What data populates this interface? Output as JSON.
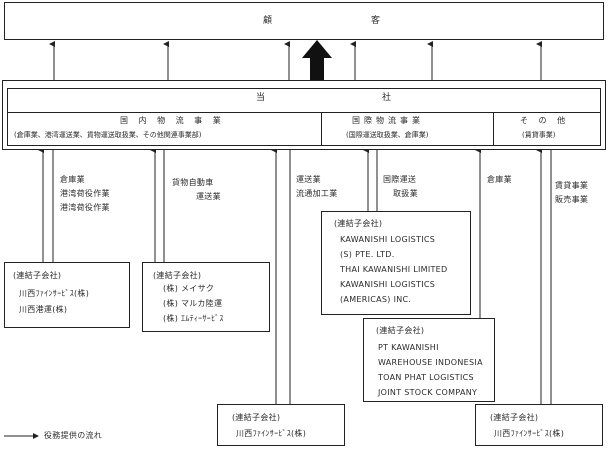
{
  "customer": "顧　　　　　客",
  "company": "当　　　　　　社",
  "domestic_header": "国 内 物 流 事 業",
  "domestic_sub": "(倉庫業、港湾運送業、貨物運送取扱業、その他関連事業部)",
  "intl_header": "国際物流事業",
  "intl_sub": "(国際運送取扱業、倉庫業)",
  "other_header": "そ の 他",
  "other_sub": "(賃貸事業)",
  "labels": {
    "warehouse_group": [
      "倉庫業",
      "港湾荷役作業",
      "港湾荷役作業"
    ],
    "freight_auto": [
      "貨物自動車",
      "運送業"
    ],
    "transport": [
      "運送業",
      "流通加工業"
    ],
    "intl_transport": [
      "国際運送",
      "取扱業"
    ],
    "warehouse": "倉庫業",
    "rental": [
      "賃貸事業",
      "販売事業"
    ]
  },
  "boxes": {
    "sub1": [
      "(連結子会社)",
      "川西ﾌｧｲﾝｻｰﾋﾞｽ(株)",
      "川西港運(株)"
    ],
    "sub2": [
      "(連結子会社)",
      "(株) メイサク",
      "(株) マルカ陸運",
      "(株) ｴﾑﾃｨｰｻｰﾋﾞｽ"
    ],
    "intl1": [
      "(連結子会社)",
      "KAWANISHI LOGISTICS",
      "(S) PTE. LTD.",
      "THAI KAWANISHI LIMITED",
      "KAWANISHI LOGISTICS",
      "(AMERICAS) INC."
    ],
    "intl2": [
      "(連結子会社)",
      "PT KAWANISHI",
      "WAREHOUSE INDONESIA",
      "TOAN PHAT LOGISTICS",
      "JOINT STOCK COMPANY"
    ],
    "sub3": [
      "(連結子会社)",
      "川西ﾌｧｲﾝｻｰﾋﾞｽ(株)"
    ],
    "sub4": [
      "(連結子会社)",
      "川西ﾌｧｲﾝｻｰﾋﾞｽ(株)"
    ]
  },
  "legend": "役務提供の流れ"
}
